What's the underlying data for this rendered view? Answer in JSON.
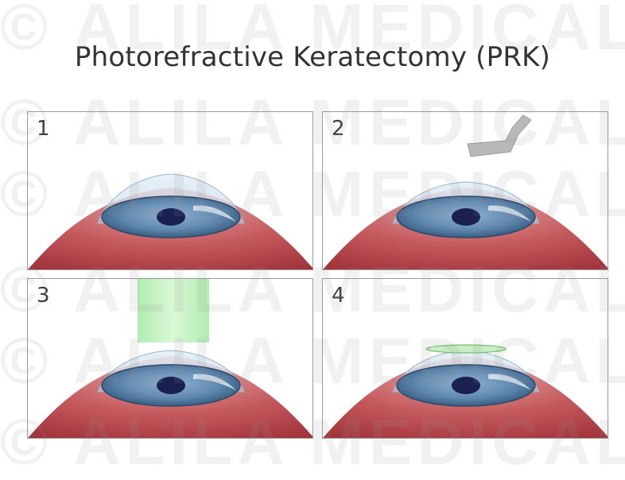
{
  "title": "Photorefractive Keratectomy (PRK)",
  "watermark": "© ALILA MEDICAL MEDIA ©",
  "panels": [
    {
      "number": "1"
    },
    {
      "number": "2"
    },
    {
      "number": "3"
    },
    {
      "number": "4"
    }
  ]
}
